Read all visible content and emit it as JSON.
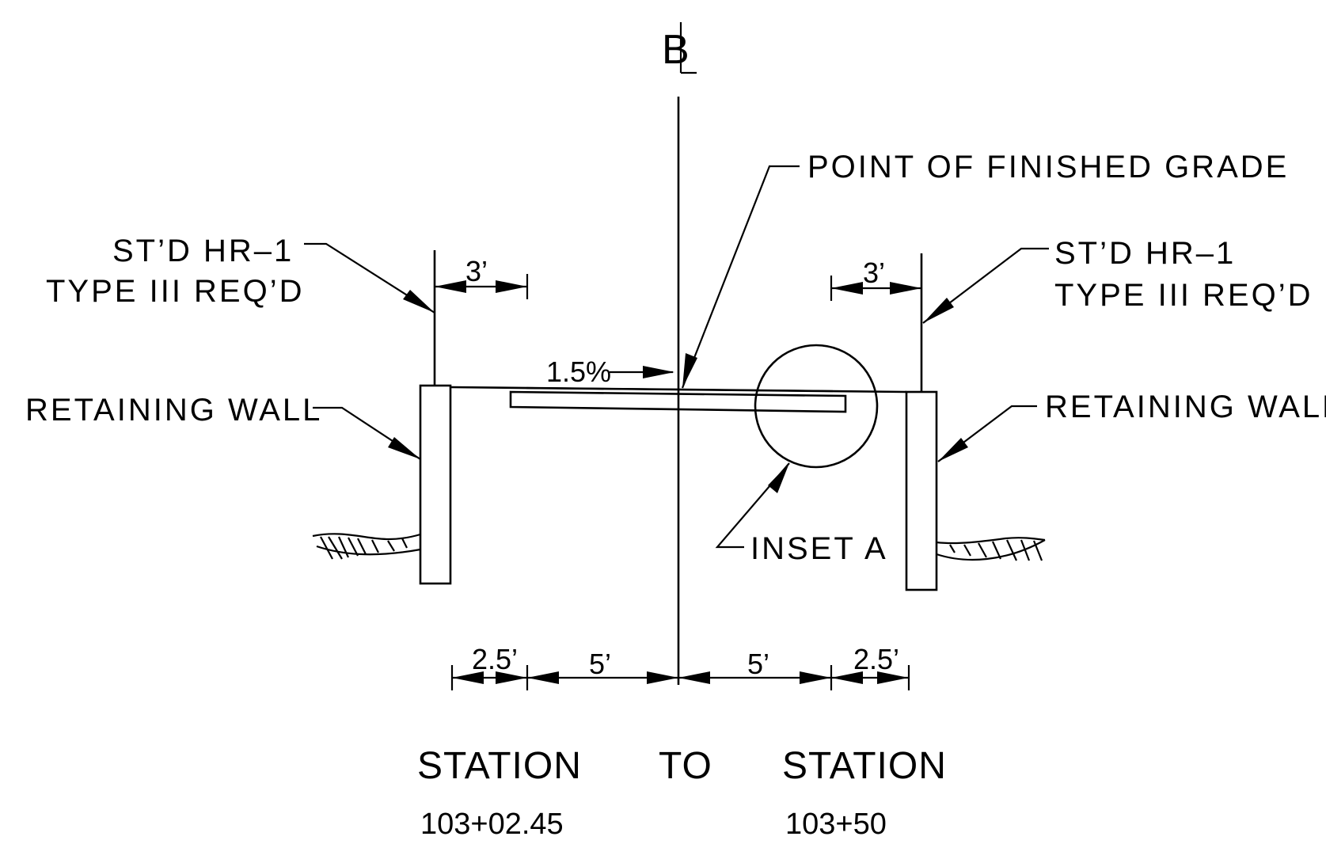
{
  "baseline_symbol": "B",
  "labels": {
    "point_of_finished_grade": "POINT OF FINISHED GRADE",
    "std_left_line1": "ST’D HR–1",
    "std_left_line2": "TYPE III REQ’D",
    "std_right_line1": "ST’D HR–1",
    "std_right_line2": "TYPE III REQ’D",
    "retaining_wall_left": "RETAINING WALL",
    "retaining_wall_right": "RETAINING WALL",
    "inset": "INSET A",
    "slope": "1.5%"
  },
  "dimensions": {
    "top_left": "3’",
    "top_right": "3’",
    "bottom": [
      "2.5’",
      "5’",
      "5’",
      "2.5’"
    ]
  },
  "stations": {
    "start_label": "STATION",
    "to": "TO",
    "end_label": "STATION",
    "start_value": "103+02.45",
    "end_value": "103+50"
  }
}
